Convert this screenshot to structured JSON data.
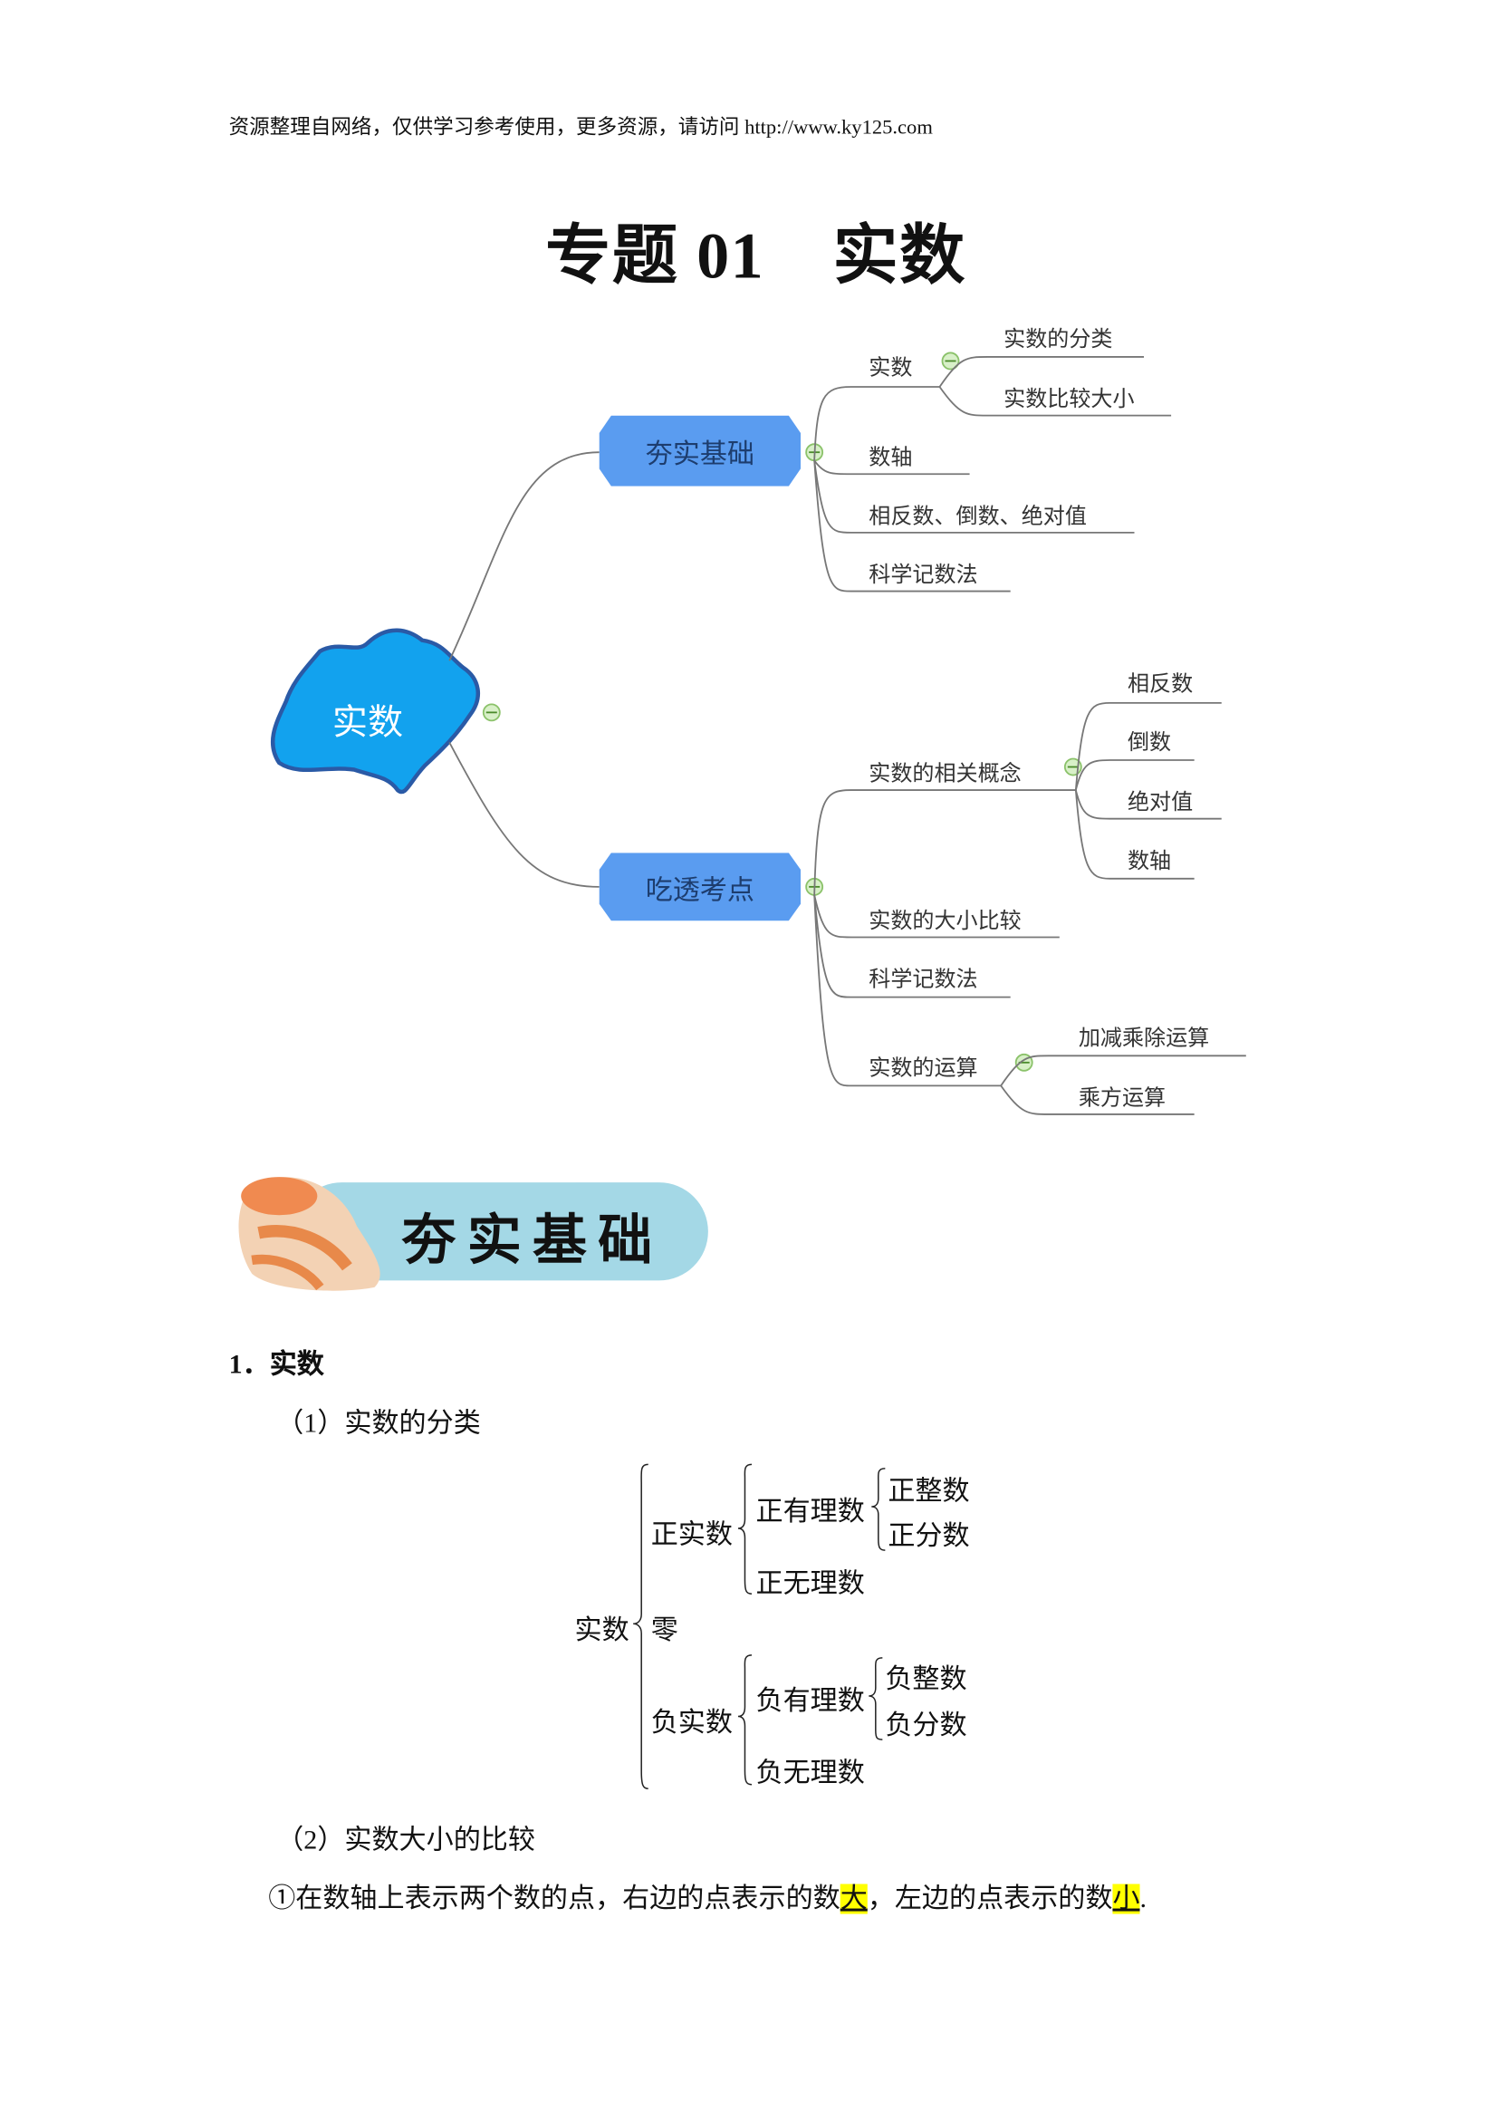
{
  "header": "资源整理自网络，仅供学习参考使用，更多资源，请访问 http://www.ky125.com",
  "title": {
    "prefix": "专题 01",
    "main": "实数"
  },
  "mindmap": {
    "root": "实数",
    "branch1": {
      "label": "夯实基础",
      "items": [
        "实数",
        "数轴",
        "相反数、倒数、绝对值",
        "科学记数法"
      ],
      "sub_shishu": [
        "实数的分类",
        "实数比较大小"
      ]
    },
    "branch2": {
      "label": "吃透考点",
      "items": [
        "实数的相关概念",
        "实数的大小比较",
        "科学记数法",
        "实数的运算"
      ],
      "sub_concepts": [
        "相反数",
        "倒数",
        "绝对值",
        "数轴"
      ],
      "sub_ops": [
        "加减乘除运算",
        "乘方运算"
      ]
    }
  },
  "banner": "夯实基础",
  "section1": {
    "heading": "1．实数",
    "sub1": "（1）实数的分类",
    "tree": {
      "root": "实数",
      "pos": "正实数",
      "zero": "零",
      "neg": "负实数",
      "pos_rat": "正有理数",
      "pos_int": "正整数",
      "pos_frac": "正分数",
      "pos_irr": "正无理数",
      "neg_rat": "负有理数",
      "neg_int": "负整数",
      "neg_frac": "负分数",
      "neg_irr": "负无理数"
    },
    "sub2": "（2）实数大小的比较",
    "rule": {
      "a": "①在数轴上表示两个数的点，右边的点表示的数",
      "b": "大",
      "c": "，左边的点表示的数",
      "d": "小",
      "e": "."
    }
  }
}
